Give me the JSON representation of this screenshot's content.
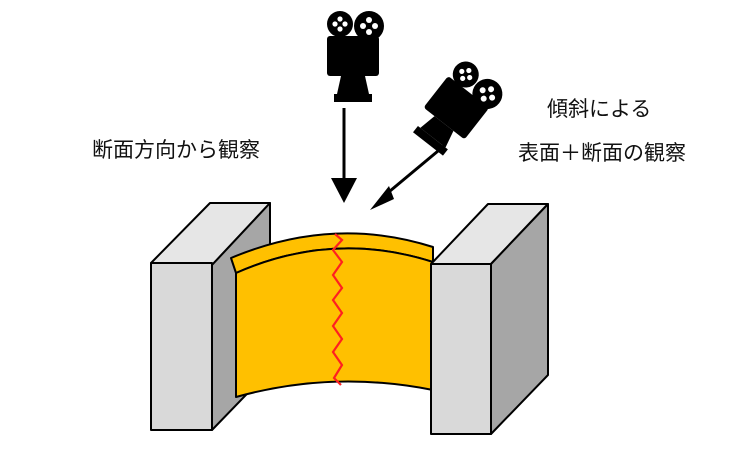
{
  "labels": {
    "cross_section": "断面方向から観察",
    "oblique_line1": "傾斜による",
    "oblique_line2": "表面＋断面の観察"
  },
  "icons": {
    "top_camera": "movie-camera-icon",
    "oblique_camera": "movie-camera-icon"
  },
  "colors": {
    "specimen": "#ffc000",
    "crack": "#ff2020",
    "block_front": "#d9d9d9",
    "block_side": "#a6a6a6",
    "outline": "#000000",
    "camera": "#000000"
  }
}
